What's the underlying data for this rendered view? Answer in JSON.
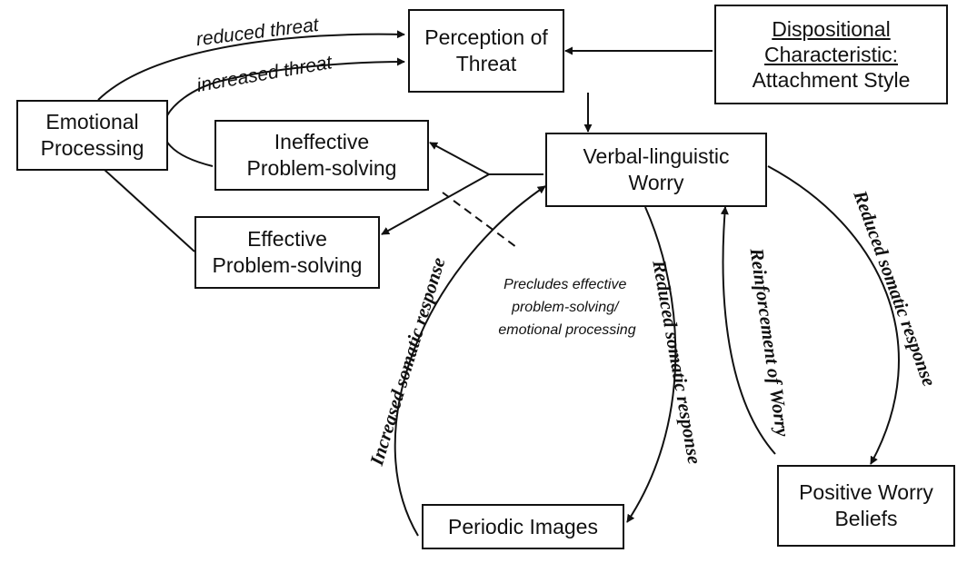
{
  "nodes": {
    "perception_of_threat": [
      "Perception of",
      "Threat"
    ],
    "dispositional": [
      "Dispositional",
      "Characteristic:",
      "Attachment Style"
    ],
    "emotional_processing": [
      "Emotional",
      "Processing"
    ],
    "ineffective": [
      "Ineffective",
      "Problem-solving"
    ],
    "verbal_worry": [
      "Verbal-linguistic",
      "Worry"
    ],
    "effective": [
      "Effective",
      "Problem-solving"
    ],
    "periodic_images": [
      "Periodic Images"
    ],
    "positive_beliefs": [
      "Positive Worry",
      "Beliefs"
    ]
  },
  "edge_labels": {
    "reduced_threat": "reduced threat",
    "increased_threat": "increased threat",
    "precludes": [
      "Precludes effective",
      "problem-solving/",
      "emotional processing"
    ],
    "increased_somatic": "Increased somatic response",
    "reduced_somatic_images": "Reduced somatic response",
    "reinforcement": "Reinforcement of Worry",
    "reduced_somatic_beliefs": "Reduced somatic response"
  }
}
